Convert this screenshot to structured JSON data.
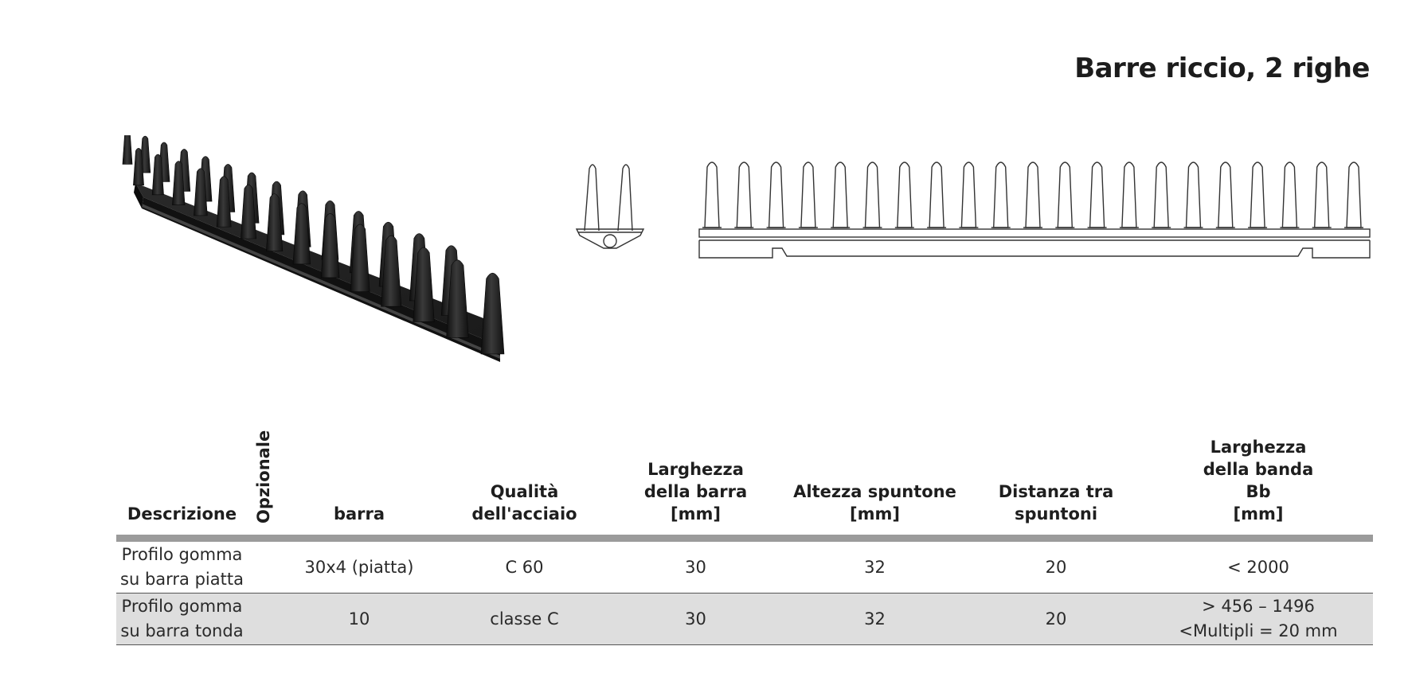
{
  "title": "Barre riccio, 2 righe",
  "table": {
    "headers": {
      "descrizione": "Descrizione",
      "opzionale": "Opzionale",
      "barra": "barra",
      "qualita": "Qualità\ndell'acciaio",
      "larghezza_barra": "Larghezza\ndella barra\n[mm]",
      "altezza_spuntone": "Altezza spuntone\n[mm]",
      "distanza": "Distanza tra\nspuntoni",
      "larghezza_banda": "Larghezza\ndella banda\nBb\n[mm]"
    },
    "rows": [
      {
        "descrizione": "Profilo gomma\nsu barra piatta",
        "opzionale": "",
        "barra": "30x4 (piatta)",
        "qualita": "C 60",
        "larghezza_barra": "30",
        "altezza_spuntone": "32",
        "distanza": "20",
        "larghezza_banda": "< 2000"
      },
      {
        "descrizione": "Profilo gomma\nsu barra tonda",
        "opzionale": "",
        "barra": "10",
        "qualita": "classe C",
        "larghezza_barra": "30",
        "altezza_spuntone": "32",
        "distanza": "20",
        "larghezza_banda": "> 456 – 1496\n<Multipli = 20 mm"
      }
    ]
  },
  "figure": {
    "front_spike_count": 21,
    "accent": "#1e1e1e"
  }
}
